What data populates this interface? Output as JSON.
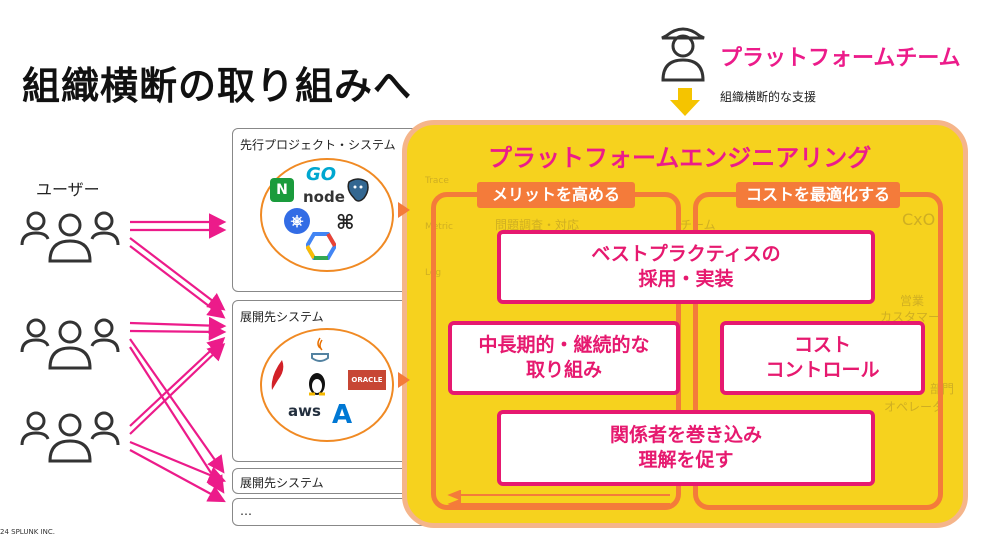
{
  "title": "組織横断の取り組みへ",
  "users_label": "ユーザー",
  "systems": [
    {
      "title": "先行プロジェクト・システム"
    },
    {
      "title": "展開先システム"
    },
    {
      "title": "展開先システム"
    },
    {
      "title": "…"
    }
  ],
  "tech_logos_1": {
    "go": "GO",
    "node": "node",
    "k8s": "⎈",
    "nginx": "N",
    "kafka": "⌘"
  },
  "tech_logos_2": {
    "aws": "aws",
    "oracle": "ORACLE",
    "azure": "A"
  },
  "team": {
    "label": "プラットフォームチーム",
    "support": "組織横断的な支援"
  },
  "platform": {
    "title": "プラットフォームエンジニアリング",
    "left_tag": "メリットを高める",
    "right_tag": "コストを最適化する",
    "pill_top": [
      "ベストプラクティスの",
      "採用・実装"
    ],
    "pill_left": [
      "中長期的・継続的な",
      "取り組み"
    ],
    "pill_right": [
      "コスト",
      "コントロール"
    ],
    "pill_bottom": [
      "関係者を巻き込み",
      "理解を促す"
    ]
  },
  "ghost_text": {
    "research": "問題調査・対応",
    "trace": "Trace",
    "metric": "Metric",
    "log": "Log",
    "team": "チーム",
    "cxo": "CxO",
    "sales": "営業",
    "customer": "カスタマー",
    "operator": "オペレータ",
    "dept": "部門"
  },
  "copyright": "24 SPLUNK INC.",
  "colors": {
    "pink": "#ec1b8a",
    "orange": "#f47b3a",
    "yellow": "#f6d21e",
    "arrow": "#f5c400"
  }
}
